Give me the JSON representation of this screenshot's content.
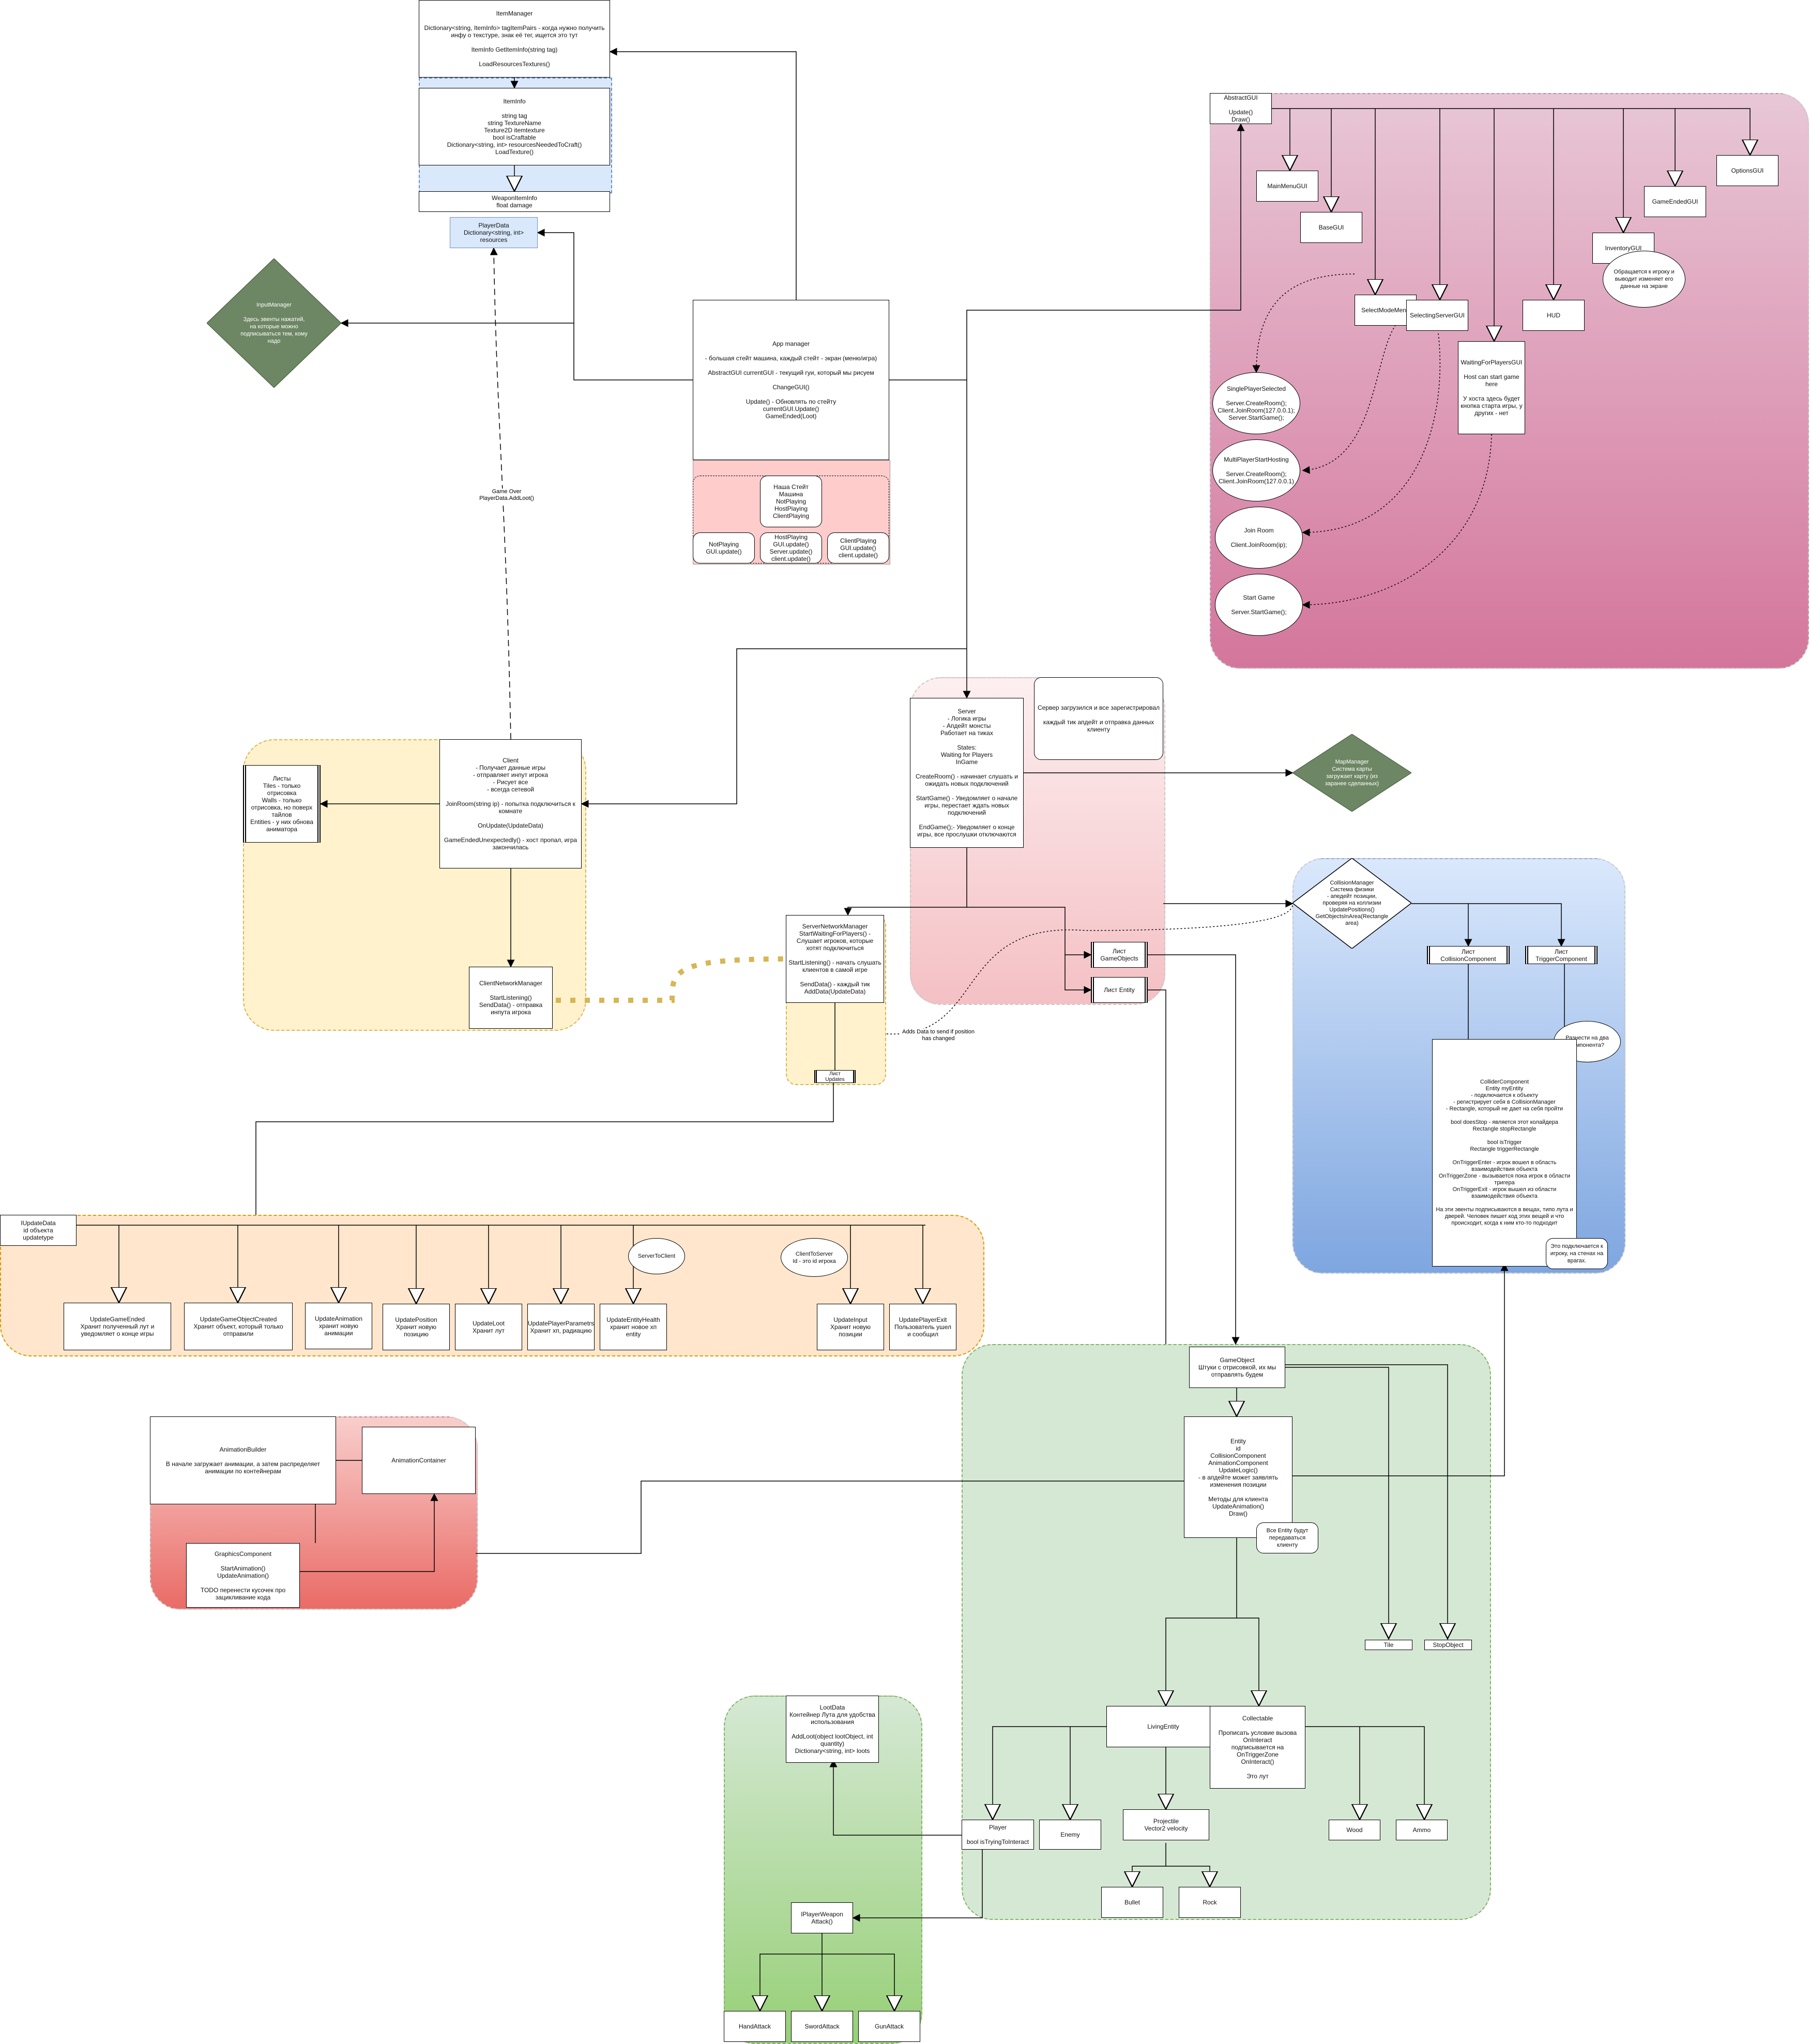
{
  "nodes": {
    "itemManager": "ItemManager\n\nDictionary<string, ItemInfo> tagItemPairs - когда нужно получить инфу о текстуре, знак её тег, ищется это тут\n\nItemInfo GetItemInfo(string tag)\n\nLoadResourcesTextures()",
    "itemInfo": "ItemInfo\n\nstring tag\nstring TextureName\nTexture2D itemtexture\nbool isCraftable\nDictionary<string, int> resourcesNeededToCraft()\nLoadTexture()",
    "weaponItemInfo": "WeaponItemInfo\nfloat damage",
    "playerData": "PlayerData\nDictionary<string, int>\nresources",
    "inputManager": "InputManager\n\nЗдесь эвенты нажатий, на которые можно подписываться тем, кому надо",
    "appManager": "App manager\n\n- большая стейт машина, каждый стейт - экран (меню/игра)\n\nAbstractGUI currentGUI - текущий гуи, который мы рисуем\n\nChangeGUI()\n\nUpdate() - Обновлять по стейту\ncurrentGUI.Update()\nGameEnded(Loot)",
    "stateMachine": "Наша Стейт Машина\nNotPlaying\nHostPlaying\nClientPlaying",
    "notPlaying": "NotPlaying\nGUI.update()",
    "hostPlaying": "HostPlaying\nGUI.update()\nServer.update()\nclient.update()",
    "clientPlaying": "ClientPlaying\nGUI.update()\nclient.update()",
    "abstractGUI": "AbstractGUI\n\nUpdate()\nDraw()",
    "mainMenuGUI": "MainMenuGUI",
    "baseGUI": "BaseGUI",
    "selectModeMenu": "SelectModeMenu",
    "selectingServerGUI": "SelectingServerGUI",
    "hud": "HUD",
    "waitingForPlayersGUI": "WaitingForPlayersGUI\n\nHost can start game here\n\nУ хоста здесь будет кнопка старта игры, у других - нет",
    "inventoryGUI": "InventoryGUI",
    "inventoryCloud": "Обращается к игроку и выводит изменяет его данные на экране",
    "gameEndedGUI": "GameEndedGUI",
    "optionsGUI": "OptionsGUI",
    "singlePlayerSelected": "SinglePlayerSelected\n\nServer.CreateRoom();\nClient.JoinRoom(127.0.0.1);\nServer.StartGame();",
    "multiPlayerStartHosting": "MultiPlayerStartHosting\n\nServer.CreateRoom();\nClient.JoinRoom(127.0.0.1)",
    "joinRoom": "Join Room\n\nClient.JoinRoom(ip);",
    "startGame": "Start Game\n\nServer.StartGame();",
    "client": "Client\n- Получает данные игры\n- отправляет инпут игрока\n- Рисует все\n- всегда сетевой\n\nJoinRoom(string ip) - попытка подключиться к комнате\n\nOnUpdate(UpdateData)\n\nGameEndedUnexpectedly() - хост пропал, игра закончилась",
    "listsClient": "Листы\nTiles - только отрисовка\nWalls - только отрисовка, но поверх тайлов\nEntities - у них обнова аниматора",
    "clientNetworkManager": "ClientNetworkManager\n\nStartListening()\nSendData() - отправка инпута игрока",
    "server": "Server\n- Логика игры\n- Апдейт монсты\nРаботает на тиках\n\nStates:\nWaiting for Players\nInGame\n\nCreateRoom() - начинает слушать и ожидать новых подключений\n\nStartGame() - Уведомляет о начале игры, перестает ждать новых подключений\n\nEndGame();- Уведомляет о конце игры, все прослушки отключаются",
    "serverNote": "Сервер загрузился и все зарегистрировал\n\nкаждый тик апдейт и отправка данных клиенту",
    "mapManager": "MapManager\nСистема карты\nзагружает карту (из заранее сделанных)",
    "listGameObjects": "Лист\nGameObjects",
    "listEntity": "Лист Entity",
    "serverNetworkManager": "ServerNetworkManager\nStartWaitingForPlayers() - Слушает игроков, которые хотят подключиться\n\nStartListening() - начать слушать клиентов в самой игре\n\nSendData() - каждый тик\nAddData(UpdateData)",
    "listUpdates": "Лист\nUpdates",
    "addDataNote": "Adds Data to send if position has changed",
    "collisionManager": "CollisionManager\nСистема физики\n- апедейт позиции, проверяя на коллизии\nUpdatePositions()\nGetObjectsInArea(Rectangle area)",
    "listCollision": "Лист\nCollisionComponent",
    "listTrigger": "Лист\nTriggerComponent",
    "splitCloud": "Разнести на два компонента?",
    "colliderComponent": "ColliderComponent\nEntity myEntity\n- подключается к объекту\n- регистрирует себя в CollisionManager\n- Rectangle, который не дает на себя пройти\n\nbool doesStop - является этот колайдера\nRectangle stopRectangle\n\nbool isTrigger\nRectangle triggerRectangle\n\nOnTriggerEnter - игрок вошел в область взаимодействия объекта\nOnTriggerZone - вызывается пока игрок в области тригера\nOnTriggerExit - игрок вышел из области взаимодействия объекта\n\nНа эти эвенты подписываются в вещах, типо лута и дверей. Человек пишет код этих вещей и что происходит, когда к ним кто-то подходит",
    "colliderNote": "Это подключается к игроку, на стенах на врагах.",
    "iUpdateData": "IUpdateData\nid объекта\nupdatetype",
    "updateGameEnded": "UpdateGameEnded\nХранит полученный лут и уведомляет о конце игры",
    "updateGameObjectCreated": "UpdateGameObjectCreated\nХранит объект, который только отправили",
    "updateAnimation": "UpdateAnimation\nхранит новую анимации",
    "updatePosition": "UpdatePosition\nХранит новую позицию",
    "updateLoot": "UpdateLoot\nХранит лут",
    "updatePlayerParametrs": "UpdatePlayerParametrs\nХранит хп, радиацию",
    "updateEntityHealth": "UpdateEntityHealth\nхранит новое хп entity",
    "serverToClient": "ServerToClient",
    "clientToServer": "ClientToServer\nId - это id игрока",
    "updateInput": "UpdateInput\nХранит новую позиции",
    "updatePlayerExit": "UpdatePlayerExit\nПользователь ушел и сообщил",
    "animationBuilder": "AnimationBuilder\n\nВ начале загружает анимации, а затем распределяет анимации по контейнерам",
    "animationContainer": "AnimationContainer",
    "graphicsComponent": "GraphicsComponent\n\nStartAnimation()\nUpdateAnimation()\n\nTODO перенести кусочек про зацикливание кода",
    "gameObject": "GameObject\nШтуки с отрисовкой, их мы отправлять будем",
    "entity": "Entity\nid\nCollisionComponent\nAnimationComponent\nUpdateLogic()\n- в апдейте может заявлять изменения позиции\n\nМетоды для клиента\nUpdateAnimation()\nDraw()",
    "entityNote": "Все Entity будут передаваться клиенту",
    "tile": "Tile",
    "stopObject": "StopObject",
    "livingEntity": "LivingEntity",
    "collectable": "Collectable\n\nПрописать условие вызова OnInteract\nподписывается на OnTriggerZone\nOnInteract()\n\nЭто лут",
    "player": "Player\n\nbool isTryingToInteract",
    "enemy": "Enemy",
    "projectile": "Projectile\nVector2 velocity",
    "bullet": "Bullet",
    "rock": "Rock",
    "wood": "Wood",
    "ammo": "Ammo",
    "lootData": "LootData\nКонтейнер Лута для удобства использования\n\nAddLoot(object lootObject, int quantity)\nDictionary<string, int> loots",
    "iPlayerWeapon": "IPlayerWeapon\nAttack()",
    "handAttack": "HandAttack",
    "swordAttack": "SwordAttack",
    "gunAttack": "GunAttack"
  },
  "labels": {
    "gameOver": "Game Over\nPlayerData.AddLoot()"
  },
  "colors": {
    "pinkGroupTop": "#e8c7d6",
    "pinkGroupBottom": "#d4769c",
    "yellowGroup": "#fff2cc",
    "roseGroupTop": "#fdeff0",
    "roseGroupBottom": "#f4c0c4",
    "blueGroupTop": "#dae8fc",
    "blueGroupBottom": "#7ea6e0",
    "orangeGroup": "#ffe6cc",
    "redGroupTop": "#f8cecc",
    "redGroupBottom": "#ea6b66",
    "greenGroup": "#d5e8d4",
    "greenGroupBottom": "#97d077",
    "diamondGreen": "#6d8764",
    "lightBlueNode": "#dae8fc",
    "pinkNode": "#ffcccc",
    "dottedOrange": "#d6b656"
  }
}
